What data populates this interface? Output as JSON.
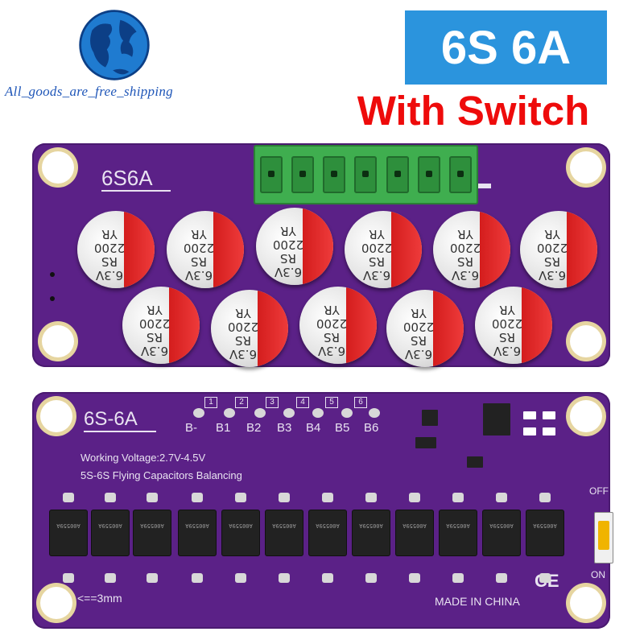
{
  "brand": {
    "text": "All_goods_are_free_shipping",
    "color": "#1f56b8"
  },
  "badge": {
    "text": "6S 6A",
    "background": "#2b94dd"
  },
  "subtitle": {
    "text": "With Switch",
    "color": "#ee0b0b"
  },
  "top_board": {
    "model": "6S6A",
    "capacitor": {
      "line1": "6.3V",
      "line2": "RS",
      "line3": "2200",
      "line4": "YR"
    },
    "color": "#5b2187",
    "connector_color": "#3fae4f"
  },
  "bottom_board": {
    "model": "6S-6A",
    "pins": [
      "B-",
      "B1",
      "B2",
      "B3",
      "B4",
      "B5",
      "B6"
    ],
    "pin_numbers": [
      "1",
      "2",
      "3",
      "4",
      "5",
      "6"
    ],
    "line1": "Working   Voltage:2.7V-4.5V",
    "line2": "5S-6S   Flying   Capacitors   Balancing",
    "off_label": "OFF",
    "on_label": "ON",
    "note": "<==3mm",
    "made_in": "MADE   IN   CHINA",
    "ce": "CE",
    "chip_text": "A00559A"
  }
}
